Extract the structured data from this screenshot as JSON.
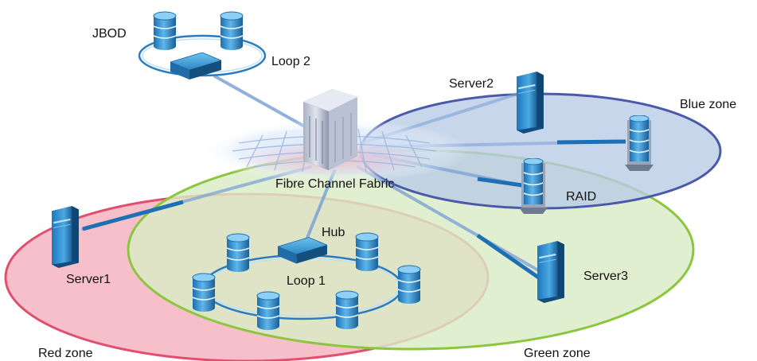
{
  "labels": {
    "jbod": "JBOD",
    "loop2": "Loop 2",
    "server2": "Server2",
    "blue_zone": "Blue zone",
    "fabric": "Fibre Channel Fabric",
    "raid": "RAID",
    "hub": "Hub",
    "server1": "Server1",
    "loop1": "Loop 1",
    "server3": "Server3",
    "red_zone": "Red zone",
    "green_zone": "Green zone"
  },
  "colors": {
    "red_zone_fill": "#f6b8c4",
    "red_zone_stroke": "#e0506e",
    "green_zone_fill": "#d9ecc6",
    "green_zone_stroke": "#8cc63f",
    "blue_zone_fill": "#b9cbe6",
    "blue_zone_stroke": "#4a5aa8",
    "device_blue": "#2f8fd0",
    "link_blue": "#7ea4d6"
  },
  "icons": [
    "disk-stack-icon",
    "server-tower-icon",
    "hub-switch-icon",
    "fabric-switch-icon"
  ]
}
